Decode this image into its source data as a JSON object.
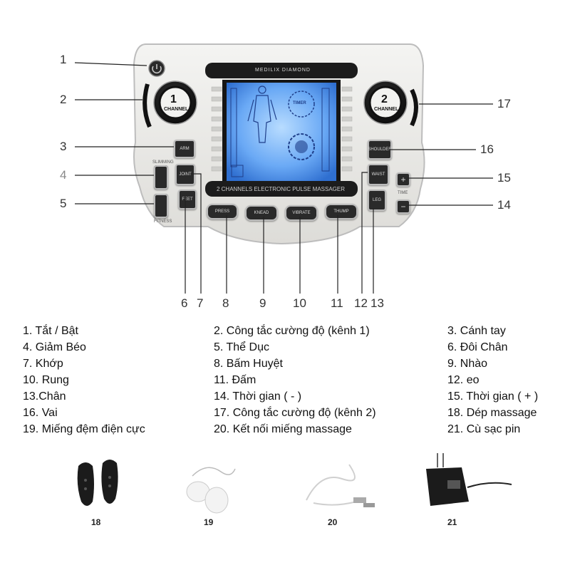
{
  "device": {
    "brand": "MEDILIX DIAMOND",
    "lcd_title": "2 CHANNELS ELECTRONIC PULSE MASSAGER",
    "timer_label": "TIMER",
    "dial_left": {
      "number": "1",
      "text": "CHANNEL"
    },
    "dial_right": {
      "number": "2",
      "text": "CHANNEL"
    },
    "side_labels": {
      "slimming": "SLIMMING",
      "fitness": "FITNESS",
      "time": "TIME"
    },
    "buttons": {
      "arm": "ARM",
      "joint": "JOINT",
      "feet": "FEET",
      "press": "PRESS",
      "knead": "KNEAD",
      "vibrate": "VIBRATE",
      "thump": "THUMP",
      "shoulder": "SHOULDER",
      "waist": "WAIST",
      "leg": "LEG",
      "plus": "+",
      "minus": "−"
    }
  },
  "callouts": {
    "c1": "1",
    "c2": "2",
    "c3": "3",
    "c4": "4",
    "c5": "5",
    "c6": "6",
    "c7": "7",
    "c8": "8",
    "c9": "9",
    "c10": "10",
    "c11": "11",
    "c12": "12",
    "c13": "13",
    "c14": "14",
    "c15": "15",
    "c16": "16",
    "c17": "17"
  },
  "legend": [
    [
      "1. Tắt / Bật",
      "2. Công tắc cường độ (kênh 1)",
      "3. Cánh tay"
    ],
    [
      "4. Giảm Béo",
      "5. Thể Dục",
      "6. Đôi Chân"
    ],
    [
      "7. Khớp",
      "8. Bấm Huyệt",
      "9. Nhào"
    ],
    [
      "10. Rung",
      "11. Đấm",
      "12. eo"
    ],
    [
      "13.Chân",
      "14. Thời gian  ( - )",
      "15. Thời gian  ( + )"
    ],
    [
      "16. Vai",
      "17. Công tắc cường độ (kênh 2)",
      "18. Dép massage"
    ],
    [
      "19. Miếng đệm điện cực",
      "20. Kết nối miếng massage",
      "21. Cù sạc pin"
    ]
  ],
  "accessories": [
    {
      "label": "18",
      "icon": "slippers-icon"
    },
    {
      "label": "19",
      "icon": "electrode-pads-icon"
    },
    {
      "label": "20",
      "icon": "cable-icon"
    },
    {
      "label": "21",
      "icon": "charger-icon"
    }
  ],
  "colors": {
    "body": "#ecebe8",
    "lcd_glow": "#5aa6ff",
    "dark_panel": "#1c1c1c",
    "leader": "#222222"
  }
}
